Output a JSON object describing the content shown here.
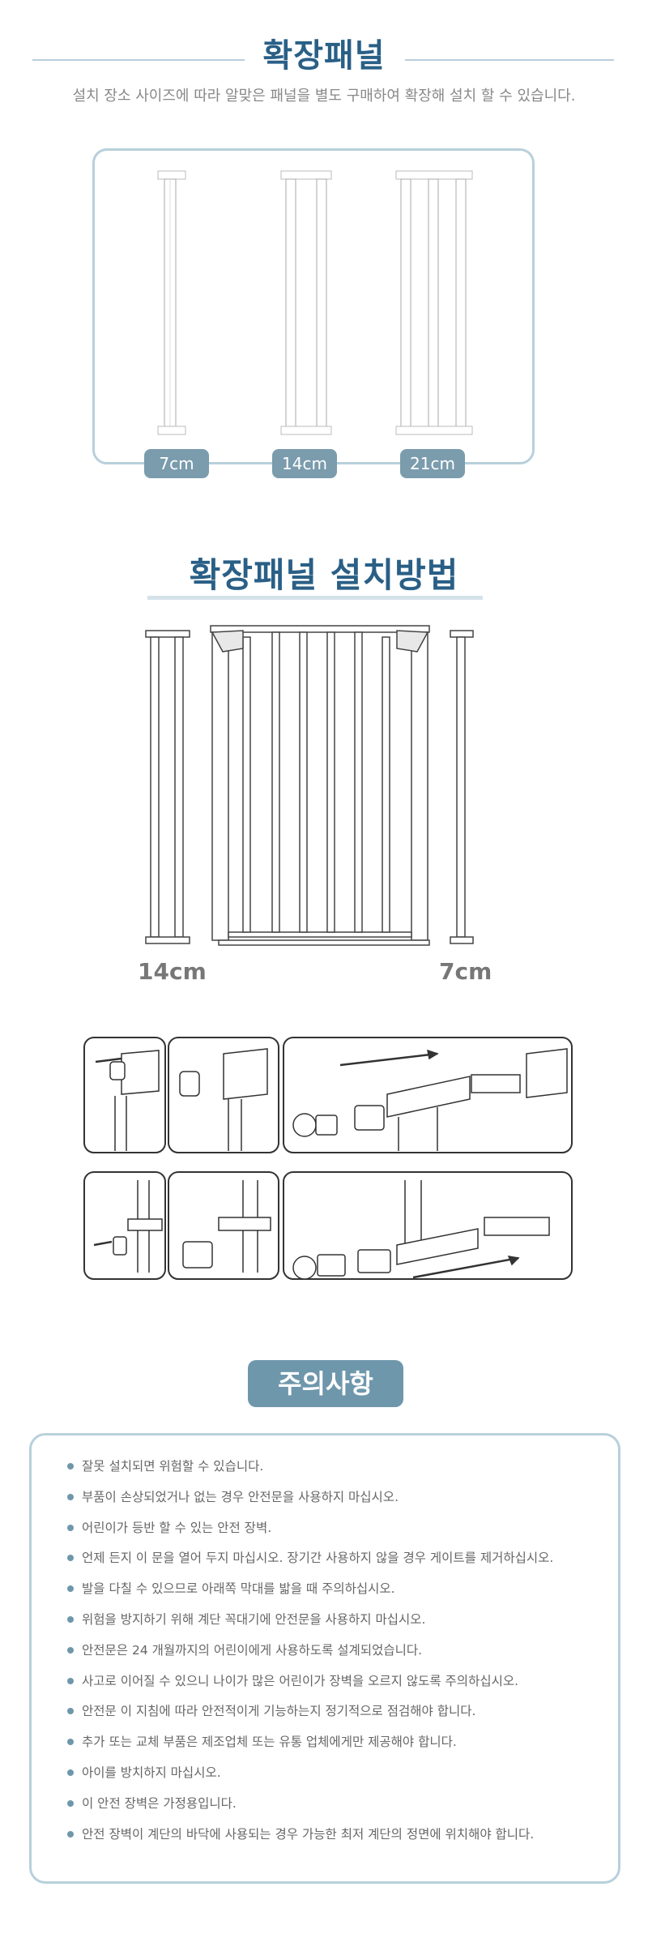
{
  "section1": {
    "title": "확장패널",
    "subtitle": "설치 장소 사이즈에 따라 알맞은 패널을 별도 구매하여 확장해 설치 할 수 있습니다.",
    "panels": [
      {
        "label": "7cm",
        "bars": 1
      },
      {
        "label": "14cm",
        "bars": 2
      },
      {
        "label": "21cm",
        "bars": 3
      }
    ]
  },
  "section2": {
    "title": "확장패널 설치방법",
    "left_label": "14cm",
    "right_label": "7cm"
  },
  "section3": {
    "title": "주의사항",
    "items": [
      "잘못 설치되면 위험할 수 있습니다.",
      "부품이 손상되었거나 없는 경우 안전문을 사용하지 마십시오.",
      "어린이가 등반 할 수 있는 안전 장벽.",
      "언제 든지 이 문을 열어 두지 마십시오. 장기간 사용하지 않을 경우 게이트를 제거하십시오.",
      "발을 다칠 수  있으므로  아래쪽 막대를 밟을 때 주의하십시오.",
      "위험을  방지하기 위해 계단 꼭대기에 안전문을 사용하지 마십시오.",
      "안전문은 24 개월까지의 어린이에게 사용하도록 설계되었습니다.",
      " 사고로 이어질 수 있으니 나이가 많은 어린이가 장벽을 오르지 않도록 주의하십시오.",
      "안전문 이 지침에 따라 안전적이게  기능하는지 정기적으로 점검해야 합니다.",
      "추가 또는 교체 부품은 제조업체 또는 유통 업체에게만 제공해야 합니다.",
      "아이를 방치하지 마십시오.",
      "이 안전 장벽은 가정용입니다.",
      "안전 장벽이 계단의 바닥에 사용되는 경우 가능한 최저 계단의 정면에 위치해야 합니다."
    ]
  },
  "colors": {
    "title": "#2a5f86",
    "accent": "#6f97ac",
    "border": "#b8d0db"
  }
}
